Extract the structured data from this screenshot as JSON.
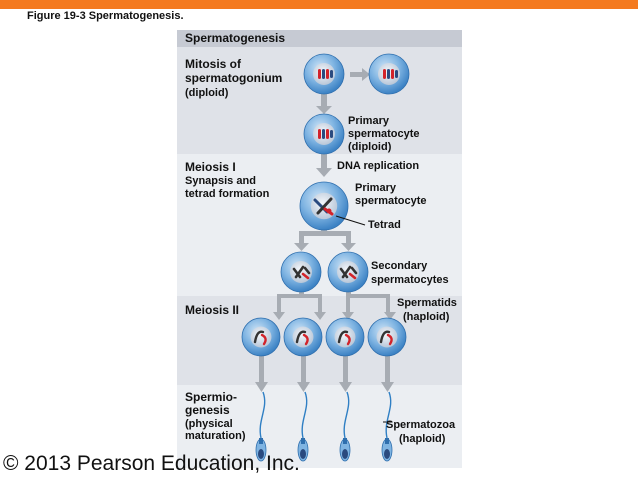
{
  "figure_caption": "Figure 19-3 Spermatogenesis.",
  "copyright": "© 2013 Pearson Education, Inc.",
  "panel_title": "Spermatogenesis",
  "sections": {
    "mitosis": {
      "title": "Mitosis of",
      "line2": "spermatogonium",
      "line3": "(diploid)"
    },
    "meiosis1": {
      "title": "Meiosis I",
      "line2": "Synapsis and",
      "line3": "tetrad formation"
    },
    "meiosis2": {
      "title": "Meiosis II"
    },
    "spermiogenesis": {
      "line1": "Spermio-",
      "line2": "genesis",
      "line3": "(physical",
      "line4": "maturation)"
    }
  },
  "labels": {
    "primary_diploid_1": "Primary",
    "primary_diploid_2": "spermatocyte",
    "primary_diploid_3": "(diploid)",
    "dna_replication": "DNA replication",
    "primary_1": "Primary",
    "primary_2": "spermatocyte",
    "tetrad": "Tetrad",
    "secondary_1": "Secondary",
    "secondary_2": "spermatocytes",
    "spermatids_1": "Spermatids",
    "spermatids_2": "(haploid)",
    "spermatozoa_1": "Spermatozoa",
    "spermatozoa_2": "(haploid)"
  },
  "colors": {
    "accent_bar": "#f47a1f",
    "panel_bg": "#dfe2e8",
    "band_bg": "#ebeef2",
    "title_bar": "#c6cad3",
    "cell_fill": "#5a9fd6",
    "arrow": "#a7acb3",
    "chrom_red": "#d2232a",
    "chrom_blue": "#2a4a7f"
  }
}
